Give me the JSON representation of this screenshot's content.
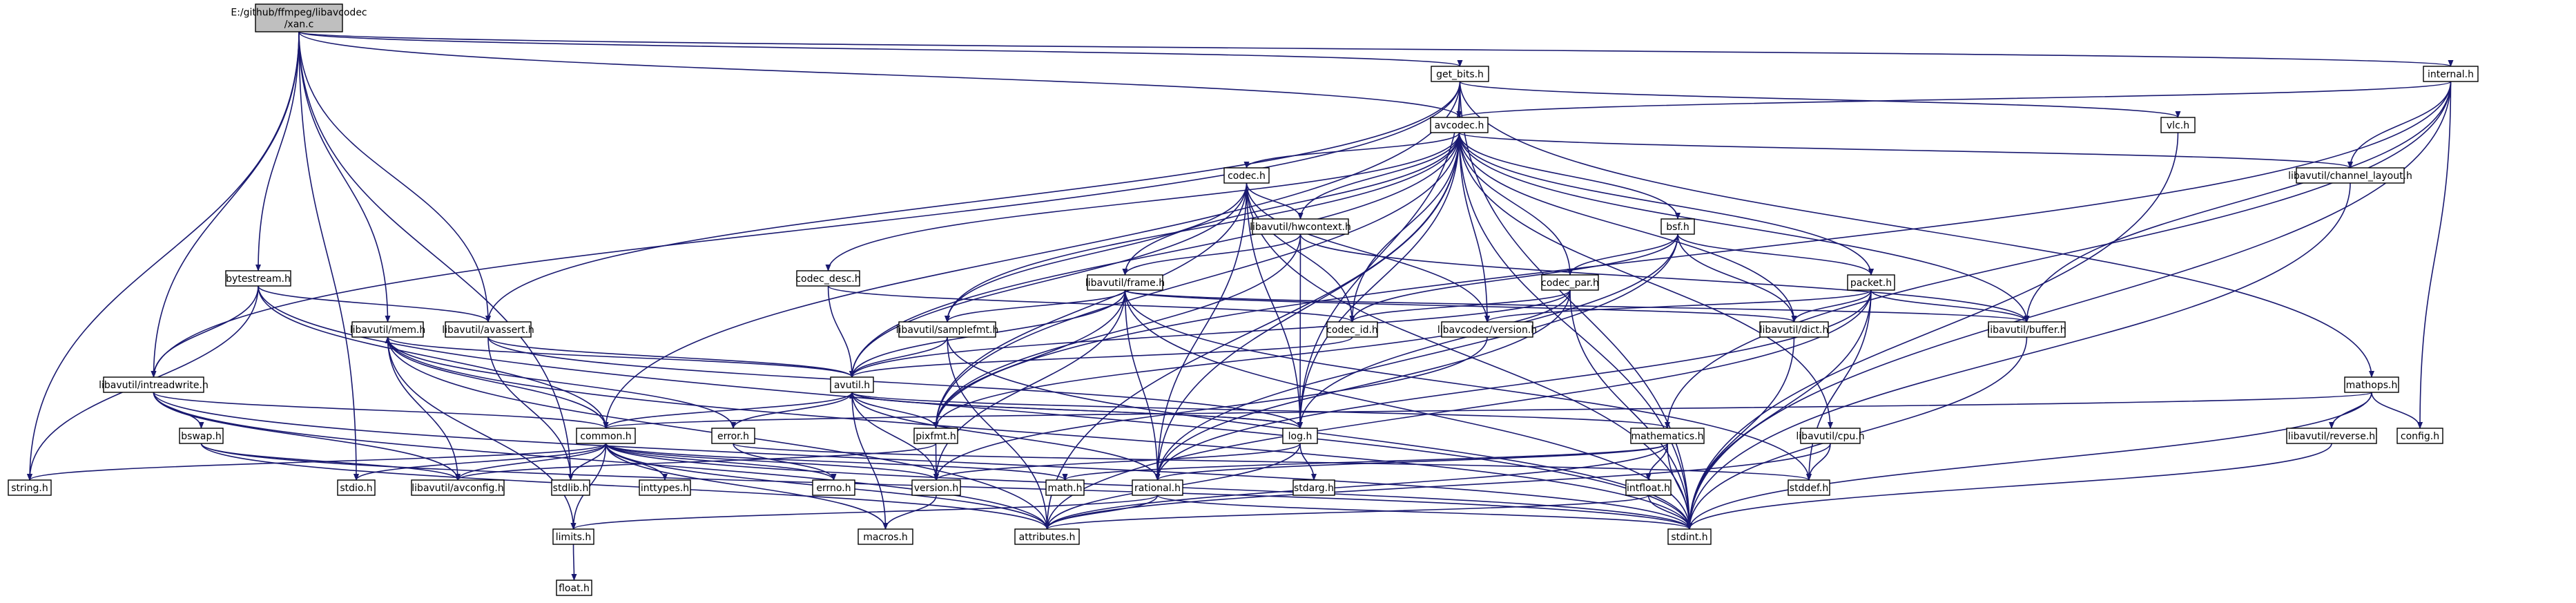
{
  "nodes": {
    "xan_c": {
      "lines": [
        "E:/github/ffmpeg/libavcodec",
        "/xan.c"
      ]
    },
    "get_bits_h": {
      "lines": [
        "get_bits.h"
      ]
    },
    "internal_h": {
      "lines": [
        "internal.h"
      ]
    },
    "avcodec_h": {
      "lines": [
        "avcodec.h"
      ]
    },
    "vlc_h": {
      "lines": [
        "vlc.h"
      ]
    },
    "channel_layout_h": {
      "lines": [
        "libavutil/channel_layout.h"
      ]
    },
    "codec_h": {
      "lines": [
        "codec.h"
      ]
    },
    "hwcontext_h": {
      "lines": [
        "libavutil/hwcontext.h"
      ]
    },
    "bsf_h": {
      "lines": [
        "bsf.h"
      ]
    },
    "bytestream_h": {
      "lines": [
        "bytestream.h"
      ]
    },
    "codec_desc_h": {
      "lines": [
        "codec_desc.h"
      ]
    },
    "frame_h": {
      "lines": [
        "libavutil/frame.h"
      ]
    },
    "codec_par_h": {
      "lines": [
        "codec_par.h"
      ]
    },
    "packet_h": {
      "lines": [
        "packet.h"
      ]
    },
    "mem_h": {
      "lines": [
        "libavutil/mem.h"
      ]
    },
    "avassert_h": {
      "lines": [
        "libavutil/avassert.h"
      ]
    },
    "samplefmt_h": {
      "lines": [
        "libavutil/samplefmt.h"
      ]
    },
    "codec_id_h": {
      "lines": [
        "codec_id.h"
      ]
    },
    "version_avc_h": {
      "lines": [
        "libavcodec/version.h"
      ]
    },
    "dict_h": {
      "lines": [
        "libavutil/dict.h"
      ]
    },
    "buffer_h": {
      "lines": [
        "libavutil/buffer.h"
      ]
    },
    "intreadwrite_h": {
      "lines": [
        "libavutil/intreadwrite.h"
      ]
    },
    "avutil_h": {
      "lines": [
        "avutil.h"
      ]
    },
    "mathops_h": {
      "lines": [
        "mathops.h"
      ]
    },
    "bswap_h": {
      "lines": [
        "bswap.h"
      ]
    },
    "common_h": {
      "lines": [
        "common.h"
      ]
    },
    "error_h": {
      "lines": [
        "error.h"
      ]
    },
    "pixfmt_h": {
      "lines": [
        "pixfmt.h"
      ]
    },
    "log_h": {
      "lines": [
        "log.h"
      ]
    },
    "mathematics_h": {
      "lines": [
        "mathematics.h"
      ]
    },
    "cpu_h": {
      "lines": [
        "libavutil/cpu.h"
      ]
    },
    "reverse_h": {
      "lines": [
        "libavutil/reverse.h"
      ]
    },
    "config_h": {
      "lines": [
        "config.h"
      ]
    },
    "string_h": {
      "lines": [
        "string.h"
      ]
    },
    "stdio_h": {
      "lines": [
        "stdio.h"
      ]
    },
    "avconfig_h": {
      "lines": [
        "libavutil/avconfig.h"
      ]
    },
    "stdlib_h": {
      "lines": [
        "stdlib.h"
      ]
    },
    "inttypes_h": {
      "lines": [
        "inttypes.h"
      ]
    },
    "errno_h": {
      "lines": [
        "errno.h"
      ]
    },
    "version_h": {
      "lines": [
        "version.h"
      ]
    },
    "math_h": {
      "lines": [
        "math.h"
      ]
    },
    "rational_h": {
      "lines": [
        "rational.h"
      ]
    },
    "stdarg_h": {
      "lines": [
        "stdarg.h"
      ]
    },
    "intfloat_h": {
      "lines": [
        "intfloat.h"
      ]
    },
    "stddef_h": {
      "lines": [
        "stddef.h"
      ]
    },
    "stdint_h": {
      "lines": [
        "stdint.h"
      ]
    },
    "limits_h": {
      "lines": [
        "limits.h"
      ]
    },
    "macros_h": {
      "lines": [
        "macros.h"
      ]
    },
    "attributes_h": {
      "lines": [
        "attributes.h"
      ]
    },
    "float_h": {
      "lines": [
        "float.h"
      ]
    }
  },
  "edges": [
    [
      "xan_c",
      "get_bits_h"
    ],
    [
      "xan_c",
      "internal_h"
    ],
    [
      "xan_c",
      "avcodec_h"
    ],
    [
      "xan_c",
      "bytestream_h"
    ],
    [
      "xan_c",
      "mem_h"
    ],
    [
      "xan_c",
      "avassert_h"
    ],
    [
      "xan_c",
      "intreadwrite_h"
    ],
    [
      "xan_c",
      "string_h"
    ],
    [
      "xan_c",
      "stdio_h"
    ],
    [
      "xan_c",
      "stdlib_h"
    ],
    [
      "get_bits_h",
      "avcodec_h"
    ],
    [
      "get_bits_h",
      "vlc_h"
    ],
    [
      "get_bits_h",
      "mathops_h"
    ],
    [
      "get_bits_h",
      "intreadwrite_h"
    ],
    [
      "get_bits_h",
      "avassert_h"
    ],
    [
      "get_bits_h",
      "common_h"
    ],
    [
      "get_bits_h",
      "log_h"
    ],
    [
      "get_bits_h",
      "stdint_h"
    ],
    [
      "internal_h",
      "avcodec_h"
    ],
    [
      "internal_h",
      "channel_layout_h"
    ],
    [
      "internal_h",
      "buffer_h"
    ],
    [
      "internal_h",
      "mathematics_h"
    ],
    [
      "internal_h",
      "pixfmt_h"
    ],
    [
      "internal_h",
      "config_h"
    ],
    [
      "internal_h",
      "stdint_h"
    ],
    [
      "avcodec_h",
      "codec_h"
    ],
    [
      "avcodec_h",
      "hwcontext_h"
    ],
    [
      "avcodec_h",
      "bsf_h"
    ],
    [
      "avcodec_h",
      "codec_desc_h"
    ],
    [
      "avcodec_h",
      "frame_h"
    ],
    [
      "avcodec_h",
      "codec_par_h"
    ],
    [
      "avcodec_h",
      "packet_h"
    ],
    [
      "avcodec_h",
      "codec_id_h"
    ],
    [
      "avcodec_h",
      "version_avc_h"
    ],
    [
      "avcodec_h",
      "dict_h"
    ],
    [
      "avcodec_h",
      "buffer_h"
    ],
    [
      "avcodec_h",
      "channel_layout_h"
    ],
    [
      "avcodec_h",
      "samplefmt_h"
    ],
    [
      "avcodec_h",
      "avutil_h"
    ],
    [
      "avcodec_h",
      "log_h"
    ],
    [
      "avcodec_h",
      "pixfmt_h"
    ],
    [
      "avcodec_h",
      "rational_h"
    ],
    [
      "avcodec_h",
      "attributes_h"
    ],
    [
      "avcodec_h",
      "cpu_h"
    ],
    [
      "avcodec_h",
      "stdint_h"
    ],
    [
      "vlc_h",
      "stdint_h"
    ],
    [
      "channel_layout_h",
      "stdint_h"
    ],
    [
      "codec_h",
      "hwcontext_h"
    ],
    [
      "codec_h",
      "samplefmt_h"
    ],
    [
      "codec_h",
      "codec_id_h"
    ],
    [
      "codec_h",
      "version_avc_h"
    ],
    [
      "codec_h",
      "avutil_h"
    ],
    [
      "codec_h",
      "log_h"
    ],
    [
      "codec_h",
      "pixfmt_h"
    ],
    [
      "codec_h",
      "rational_h"
    ],
    [
      "codec_h",
      "stdint_h"
    ],
    [
      "hwcontext_h",
      "buffer_h"
    ],
    [
      "hwcontext_h",
      "frame_h"
    ],
    [
      "hwcontext_h",
      "log_h"
    ],
    [
      "hwcontext_h",
      "pixfmt_h"
    ],
    [
      "bsf_h",
      "codec_id_h"
    ],
    [
      "bsf_h",
      "codec_par_h"
    ],
    [
      "bsf_h",
      "packet_h"
    ],
    [
      "bsf_h",
      "dict_h"
    ],
    [
      "bsf_h",
      "log_h"
    ],
    [
      "bsf_h",
      "rational_h"
    ],
    [
      "bytestream_h",
      "avassert_h"
    ],
    [
      "bytestream_h",
      "intreadwrite_h"
    ],
    [
      "bytestream_h",
      "common_h"
    ],
    [
      "bytestream_h",
      "string_h"
    ],
    [
      "bytestream_h",
      "stdint_h"
    ],
    [
      "codec_desc_h",
      "codec_id_h"
    ],
    [
      "codec_desc_h",
      "avutil_h"
    ],
    [
      "frame_h",
      "buffer_h"
    ],
    [
      "frame_h",
      "dict_h"
    ],
    [
      "frame_h",
      "samplefmt_h"
    ],
    [
      "frame_h",
      "avutil_h"
    ],
    [
      "frame_h",
      "pixfmt_h"
    ],
    [
      "frame_h",
      "rational_h"
    ],
    [
      "frame_h",
      "version_h"
    ],
    [
      "frame_h",
      "stdint_h"
    ],
    [
      "frame_h",
      "stddef_h"
    ],
    [
      "codec_par_h",
      "codec_id_h"
    ],
    [
      "codec_par_h",
      "avutil_h"
    ],
    [
      "codec_par_h",
      "pixfmt_h"
    ],
    [
      "codec_par_h",
      "rational_h"
    ],
    [
      "codec_par_h",
      "stdint_h"
    ],
    [
      "packet_h",
      "buffer_h"
    ],
    [
      "packet_h",
      "dict_h"
    ],
    [
      "packet_h",
      "version_avc_h"
    ],
    [
      "packet_h",
      "rational_h"
    ],
    [
      "packet_h",
      "attributes_h"
    ],
    [
      "packet_h",
      "stddef_h"
    ],
    [
      "packet_h",
      "stdint_h"
    ],
    [
      "mem_h",
      "attributes_h"
    ],
    [
      "mem_h",
      "avutil_h"
    ],
    [
      "mem_h",
      "limits_h"
    ],
    [
      "mem_h",
      "stdint_h"
    ],
    [
      "mem_h",
      "error_h"
    ],
    [
      "mem_h",
      "avconfig_h"
    ],
    [
      "avassert_h",
      "avutil_h"
    ],
    [
      "avassert_h",
      "log_h"
    ],
    [
      "avassert_h",
      "stdlib_h"
    ],
    [
      "samplefmt_h",
      "avutil_h"
    ],
    [
      "samplefmt_h",
      "attributes_h"
    ],
    [
      "samplefmt_h",
      "stdint_h"
    ],
    [
      "codec_id_h",
      "avutil_h"
    ],
    [
      "version_avc_h",
      "version_h"
    ],
    [
      "dict_h",
      "stdint_h"
    ],
    [
      "buffer_h",
      "stdint_h"
    ],
    [
      "intreadwrite_h",
      "bswap_h"
    ],
    [
      "intreadwrite_h",
      "common_h"
    ],
    [
      "intreadwrite_h",
      "avconfig_h"
    ],
    [
      "intreadwrite_h",
      "attributes_h"
    ],
    [
      "intreadwrite_h",
      "stdint_h"
    ],
    [
      "avutil_h",
      "common_h"
    ],
    [
      "avutil_h",
      "error_h"
    ],
    [
      "avutil_h",
      "version_h"
    ],
    [
      "avutil_h",
      "macros_h"
    ],
    [
      "avutil_h",
      "mathematics_h"
    ],
    [
      "avutil_h",
      "rational_h"
    ],
    [
      "avutil_h",
      "log_h"
    ],
    [
      "avutil_h",
      "pixfmt_h"
    ],
    [
      "mathops_h",
      "reverse_h"
    ],
    [
      "mathops_h",
      "config_h"
    ],
    [
      "mathops_h",
      "stdint_h"
    ],
    [
      "mathops_h",
      "common_h"
    ],
    [
      "bswap_h",
      "avconfig_h"
    ],
    [
      "bswap_h",
      "attributes_h"
    ],
    [
      "bswap_h",
      "stdint_h"
    ],
    [
      "common_h",
      "errno_h"
    ],
    [
      "common_h",
      "inttypes_h"
    ],
    [
      "common_h",
      "limits_h"
    ],
    [
      "common_h",
      "math_h"
    ],
    [
      "common_h",
      "stdint_h"
    ],
    [
      "common_h",
      "stdio_h"
    ],
    [
      "common_h",
      "stdlib_h"
    ],
    [
      "common_h",
      "string_h"
    ],
    [
      "common_h",
      "attributes_h"
    ],
    [
      "common_h",
      "macros_h"
    ],
    [
      "common_h",
      "version_h"
    ],
    [
      "common_h",
      "avconfig_h"
    ],
    [
      "common_h",
      "mem_h"
    ],
    [
      "error_h",
      "errno_h"
    ],
    [
      "error_h",
      "stddef_h"
    ],
    [
      "pixfmt_h",
      "avconfig_h"
    ],
    [
      "pixfmt_h",
      "version_h"
    ],
    [
      "log_h",
      "stdarg_h"
    ],
    [
      "log_h",
      "avutil_h"
    ],
    [
      "log_h",
      "attributes_h"
    ],
    [
      "log_h",
      "version_h"
    ],
    [
      "mathematics_h",
      "stdint_h"
    ],
    [
      "mathematics_h",
      "math_h"
    ],
    [
      "mathematics_h",
      "attributes_h"
    ],
    [
      "mathematics_h",
      "rational_h"
    ],
    [
      "mathematics_h",
      "intfloat_h"
    ],
    [
      "cpu_h",
      "stddef_h"
    ],
    [
      "cpu_h",
      "attributes_h"
    ],
    [
      "reverse_h",
      "stdint_h"
    ],
    [
      "version_h",
      "macros_h"
    ],
    [
      "rational_h",
      "stdint_h"
    ],
    [
      "rational_h",
      "limits_h"
    ],
    [
      "rational_h",
      "attributes_h"
    ],
    [
      "intfloat_h",
      "stdint_h"
    ],
    [
      "intfloat_h",
      "attributes_h"
    ],
    [
      "limits_h",
      "float_h"
    ]
  ]
}
